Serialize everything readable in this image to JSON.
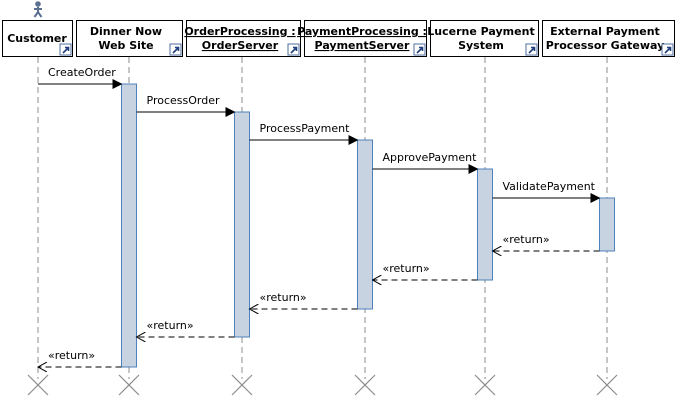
{
  "diagram": {
    "type": "uml-sequence",
    "colors": {
      "activation_fill": "#c7d3e0",
      "activation_stroke": "#4f81bd",
      "lifeline": "#8c8c8c",
      "message": "#000000",
      "link_icon": "#1f3f7f",
      "actor_icon": "#5b6f8f"
    },
    "lifelines": [
      {
        "id": "customer",
        "lines": [
          "Customer"
        ],
        "underlined": false,
        "actor": true
      },
      {
        "id": "dinner-now",
        "lines": [
          "Dinner Now",
          "Web Site"
        ],
        "underlined": false,
        "actor": false
      },
      {
        "id": "order-processing",
        "lines": [
          "OrderProcessing :",
          "OrderServer"
        ],
        "underlined": true,
        "actor": false
      },
      {
        "id": "payment-processing",
        "lines": [
          "PaymentProcessing :",
          "PaymentServer"
        ],
        "underlined": true,
        "actor": false
      },
      {
        "id": "lucerne",
        "lines": [
          "Lucerne Payment",
          "System"
        ],
        "underlined": false,
        "actor": false
      },
      {
        "id": "external-gateway",
        "lines": [
          "External Payment",
          "Processor Gateway"
        ],
        "underlined": false,
        "actor": false
      }
    ],
    "messages": [
      {
        "from": 0,
        "to": 1,
        "label": "CreateOrder",
        "kind": "call"
      },
      {
        "from": 1,
        "to": 2,
        "label": "ProcessOrder",
        "kind": "call"
      },
      {
        "from": 2,
        "to": 3,
        "label": "ProcessPayment",
        "kind": "call"
      },
      {
        "from": 3,
        "to": 4,
        "label": "ApprovePayment",
        "kind": "call"
      },
      {
        "from": 4,
        "to": 5,
        "label": "ValidatePayment",
        "kind": "call"
      },
      {
        "from": 5,
        "to": 4,
        "label": "«return»",
        "kind": "return"
      },
      {
        "from": 4,
        "to": 3,
        "label": "«return»",
        "kind": "return"
      },
      {
        "from": 3,
        "to": 2,
        "label": "«return»",
        "kind": "return"
      },
      {
        "from": 2,
        "to": 1,
        "label": "«return»",
        "kind": "return"
      },
      {
        "from": 1,
        "to": 0,
        "label": "«return»",
        "kind": "return"
      }
    ]
  }
}
